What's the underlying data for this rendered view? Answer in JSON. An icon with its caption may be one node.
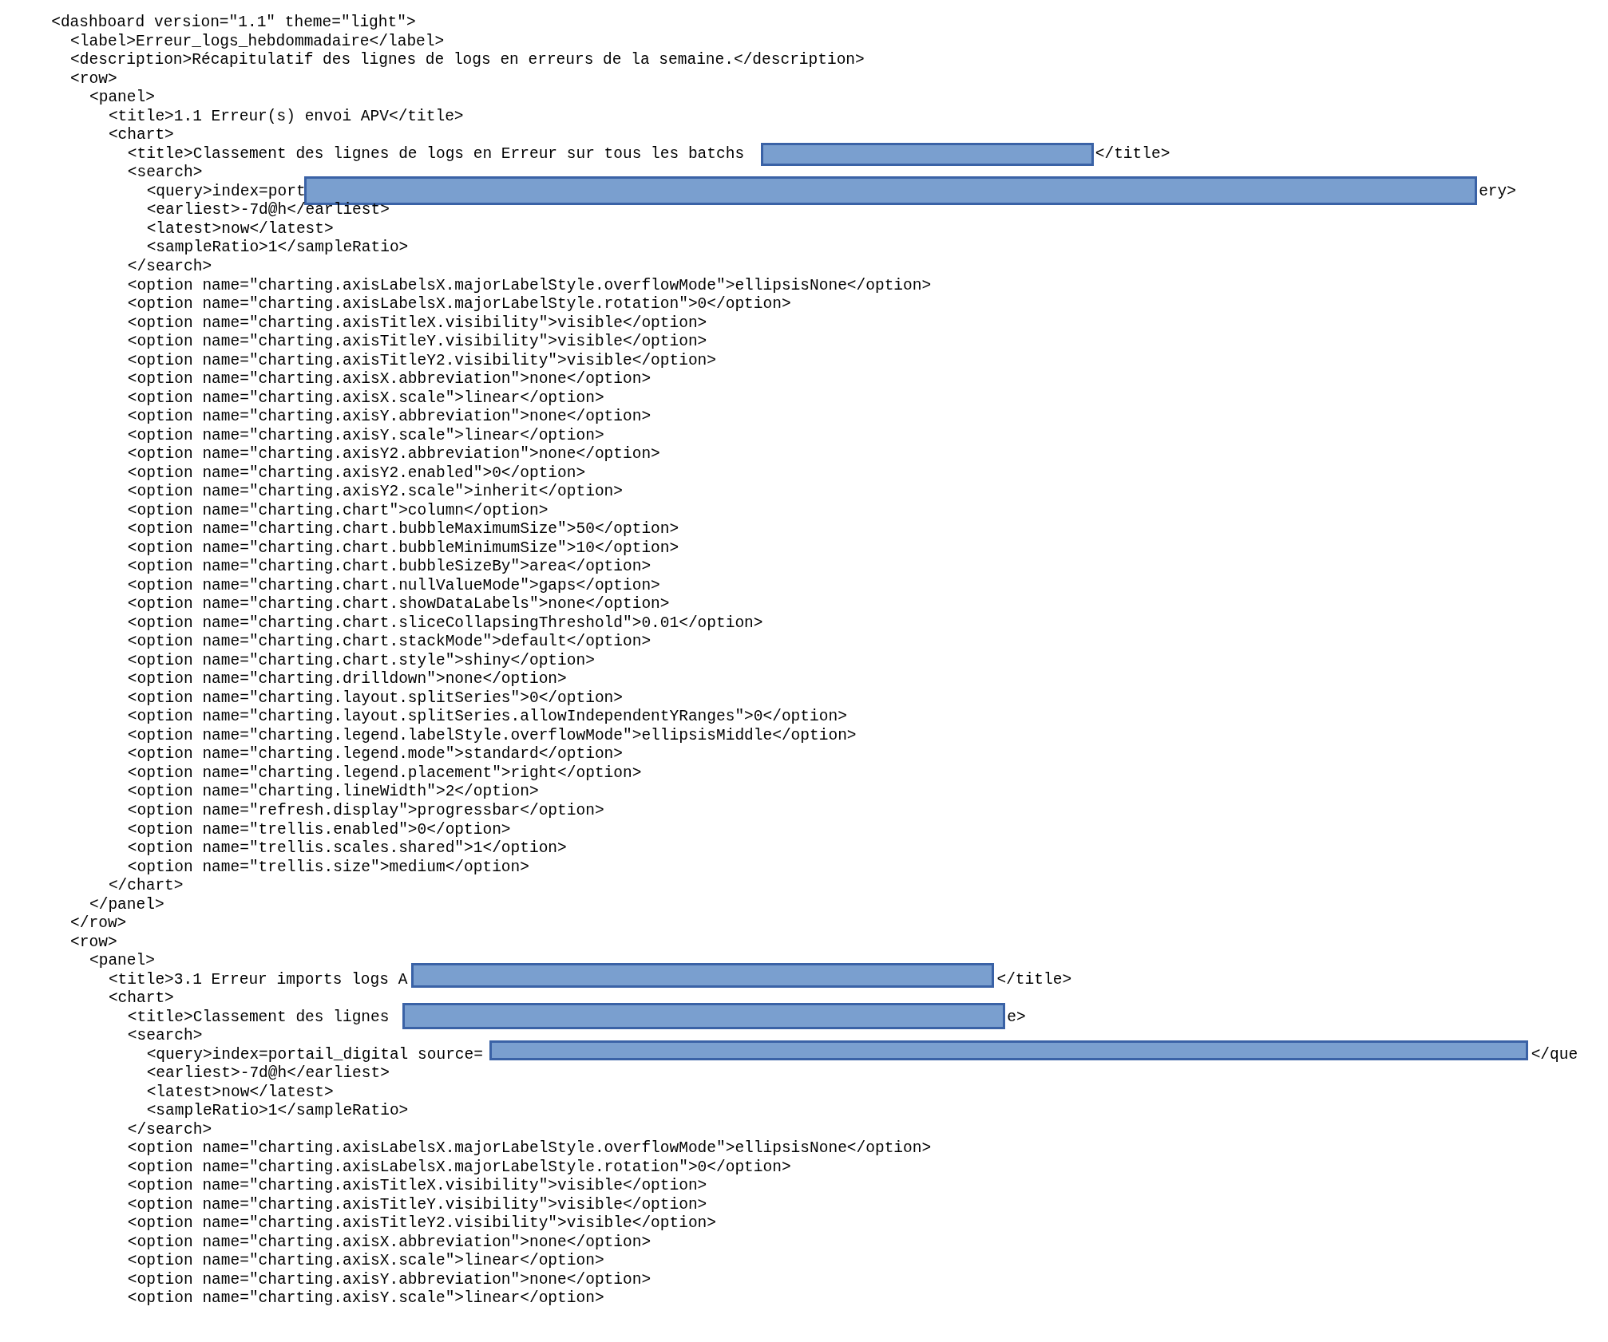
{
  "diagram": {
    "labels": [
      "<dashboard version=\"1.1\" theme=\"light\">",
      "<label>Erreur_logs_hebdommadaire</label>",
      "<description>Récapitulatif des lignes de logs en erreurs de la semaine.</description>",
      "<row>",
      "<panel>",
      "<title>1.1 Erreur(s) envoi APV</title>",
      "<chart>",
      "<title>Classement des lignes de logs en Erreur sur tous les batchs",
      "</title>",
      "<search>",
      "<query>index=port",
      "ery>",
      "<earliest>-7d@h</earliest>",
      "<latest>now</latest>",
      "<sampleRatio>1</sampleRatio>",
      "</search>",
      "<option name=\"charting.axisLabelsX.majorLabelStyle.overflowMode\">ellipsisNone</option>",
      "<option name=\"charting.axisLabelsX.majorLabelStyle.rotation\">0</option>",
      "<option name=\"charting.axisTitleX.visibility\">visible</option>",
      "<option name=\"charting.axisTitleY.visibility\">visible</option>",
      "<option name=\"charting.axisTitleY2.visibility\">visible</option>",
      "<option name=\"charting.axisX.abbreviation\">none</option>",
      "<option name=\"charting.axisX.scale\">linear</option>",
      "<option name=\"charting.axisY.abbreviation\">none</option>",
      "<option name=\"charting.axisY.scale\">linear</option>",
      "<option name=\"charting.axisY2.abbreviation\">none</option>",
      "<option name=\"charting.axisY2.enabled\">0</option>",
      "<option name=\"charting.axisY2.scale\">inherit</option>",
      "<option name=\"charting.chart\">column</option>",
      "<option name=\"charting.chart.bubbleMaximumSize\">50</option>",
      "<option name=\"charting.chart.bubbleMinimumSize\">10</option>",
      "<option name=\"charting.chart.bubbleSizeBy\">area</option>",
      "<option name=\"charting.chart.nullValueMode\">gaps</option>",
      "<option name=\"charting.chart.showDataLabels\">none</option>",
      "<option name=\"charting.chart.sliceCollapsingThreshold\">0.01</option>",
      "<option name=\"charting.chart.stackMode\">default</option>",
      "<option name=\"charting.chart.style\">shiny</option>",
      "<option name=\"charting.drilldown\">none</option>",
      "<option name=\"charting.layout.splitSeries\">0</option>",
      "<option name=\"charting.layout.splitSeries.allowIndependentYRanges\">0</option>",
      "<option name=\"charting.legend.labelStyle.overflowMode\">ellipsisMiddle</option>",
      "<option name=\"charting.legend.mode\">standard</option>",
      "<option name=\"charting.legend.placement\">right</option>",
      "<option name=\"charting.lineWidth\">2</option>",
      "<option name=\"refresh.display\">progressbar</option>",
      "<option name=\"trellis.enabled\">0</option>",
      "<option name=\"trellis.scales.shared\">1</option>",
      "<option name=\"trellis.size\">medium</option>",
      "</chart>",
      "</panel>",
      "</row>",
      "<row>",
      "<panel>",
      "<title>3.1 Erreur imports logs A",
      "</title>",
      "<chart>",
      "<title>Classement des lignes ",
      "e>",
      "<search>",
      "<query>index=portail_digital source=",
      "</que",
      "<earliest>-7d@h</earliest>",
      "<latest>now</latest>",
      "<sampleRatio>1</sampleRatio>",
      "</search>",
      "<option name=\"charting.axisLabelsX.majorLabelStyle.overflowMode\">ellipsisNone</option>",
      "<option name=\"charting.axisLabelsX.majorLabelStyle.rotation\">0</option>",
      "<option name=\"charting.axisTitleX.visibility\">visible</option>",
      "<option name=\"charting.axisTitleY.visibility\">visible</option>",
      "<option name=\"charting.axisTitleY2.visibility\">visible</option>",
      "<option name=\"charting.axisX.abbreviation\">none</option>",
      "<option name=\"charting.axisX.scale\">linear</option>",
      "<option name=\"charting.axisY.abbreviation\">none</option>",
      "<option name=\"charting.axisY.scale\">linear</option>"
    ]
  }
}
